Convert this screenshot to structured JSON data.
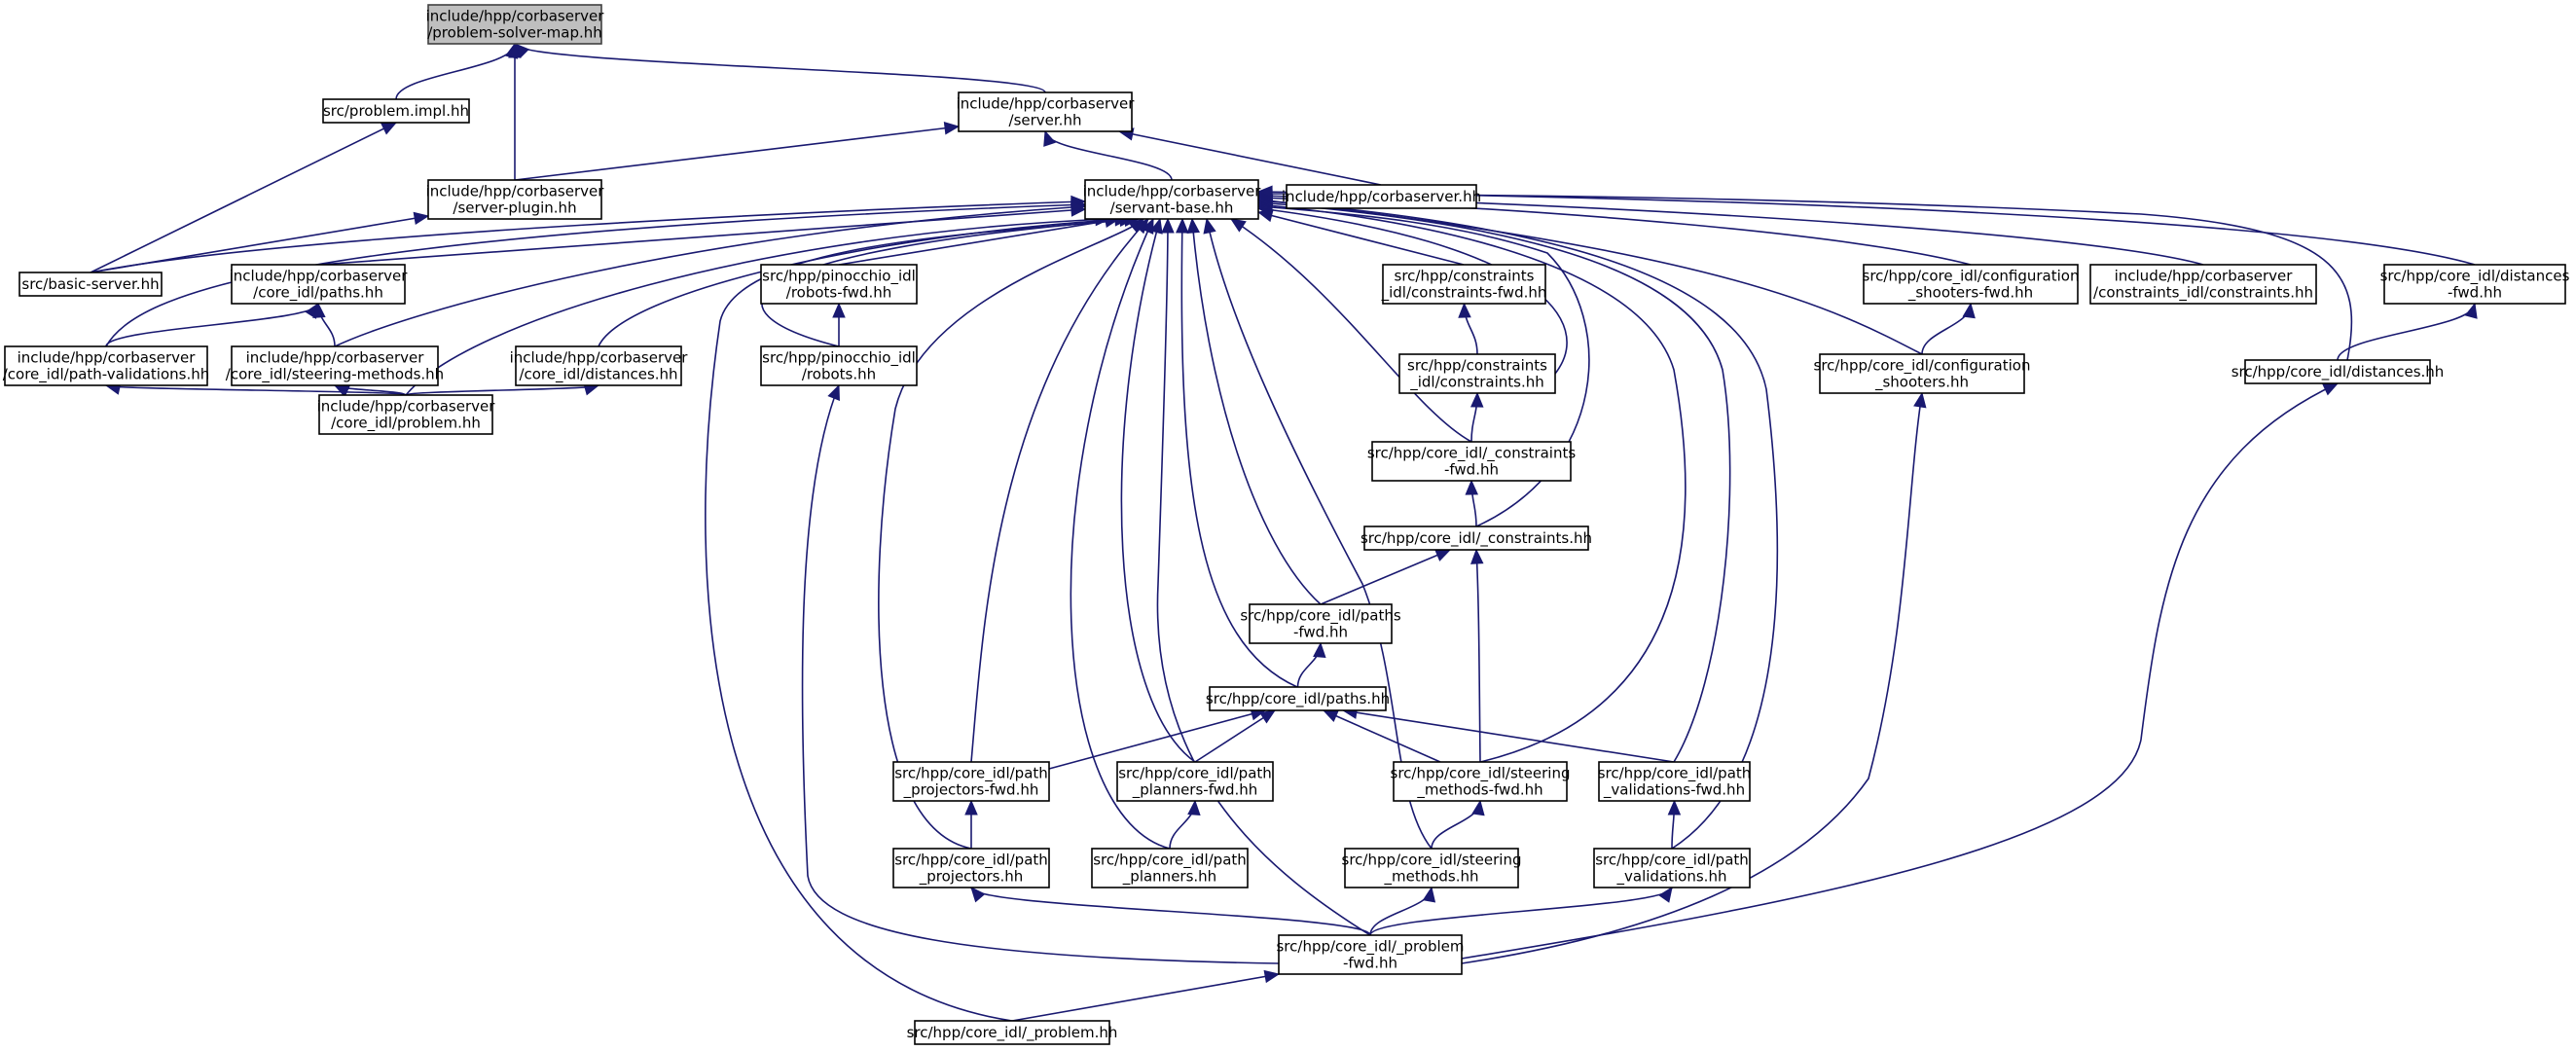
{
  "diagram": {
    "type": "include-dependency-graph",
    "colors": {
      "edge": "#191970",
      "root_fill": "#bfbfbf",
      "node_fill": "#ffffff",
      "node_border": "#000000"
    },
    "nodes": [
      {
        "id": "n0",
        "lines": [
          "include/hpp/corbaserver",
          "/problem-solver-map.hh"
        ],
        "highlighted": true
      },
      {
        "id": "n1",
        "lines": [
          "src/problem.impl.hh"
        ]
      },
      {
        "id": "n2",
        "lines": [
          "include/hpp/corbaserver",
          "/server.hh"
        ]
      },
      {
        "id": "n3",
        "lines": [
          "include/hpp/corbaserver",
          "/server-plugin.hh"
        ]
      },
      {
        "id": "n4",
        "lines": [
          "include/hpp/corbaserver",
          "/servant-base.hh"
        ]
      },
      {
        "id": "n5",
        "lines": [
          "include/hpp/corbaserver.hh"
        ]
      },
      {
        "id": "n6",
        "lines": [
          "src/basic-server.hh"
        ]
      },
      {
        "id": "n7",
        "lines": [
          "include/hpp/corbaserver",
          "/core_idl/paths.hh"
        ]
      },
      {
        "id": "n8",
        "lines": [
          "src/hpp/pinocchio_idl",
          "/robots-fwd.hh"
        ]
      },
      {
        "id": "n9",
        "lines": [
          "src/hpp/constraints",
          "_idl/constraints-fwd.hh"
        ]
      },
      {
        "id": "n10",
        "lines": [
          "src/hpp/core_idl/configuration",
          "_shooters-fwd.hh"
        ]
      },
      {
        "id": "n11",
        "lines": [
          "include/hpp/corbaserver",
          "/constraints_idl/constraints.hh"
        ]
      },
      {
        "id": "n12",
        "lines": [
          "src/hpp/core_idl/distances",
          "-fwd.hh"
        ]
      },
      {
        "id": "n13",
        "lines": [
          "include/hpp/corbaserver",
          "/core_idl/path-validations.hh"
        ]
      },
      {
        "id": "n14",
        "lines": [
          "include/hpp/corbaserver",
          "/core_idl/steering-methods.hh"
        ]
      },
      {
        "id": "n15",
        "lines": [
          "include/hpp/corbaserver",
          "/core_idl/distances.hh"
        ]
      },
      {
        "id": "n16",
        "lines": [
          "src/hpp/pinocchio_idl",
          "/robots.hh"
        ]
      },
      {
        "id": "n17",
        "lines": [
          "src/hpp/constraints",
          "_idl/constraints.hh"
        ]
      },
      {
        "id": "n18",
        "lines": [
          "src/hpp/core_idl/configuration",
          "_shooters.hh"
        ]
      },
      {
        "id": "n19",
        "lines": [
          "src/hpp/core_idl/distances.hh"
        ]
      },
      {
        "id": "n20",
        "lines": [
          "include/hpp/corbaserver",
          "/core_idl/problem.hh"
        ]
      },
      {
        "id": "n21",
        "lines": [
          "src/hpp/core_idl/_constraints",
          "-fwd.hh"
        ]
      },
      {
        "id": "n22",
        "lines": [
          "src/hpp/core_idl/_constraints.hh"
        ]
      },
      {
        "id": "n23",
        "lines": [
          "src/hpp/core_idl/paths",
          "-fwd.hh"
        ]
      },
      {
        "id": "n24",
        "lines": [
          "src/hpp/core_idl/paths.hh"
        ]
      },
      {
        "id": "n25",
        "lines": [
          "src/hpp/core_idl/path",
          "_projectors-fwd.hh"
        ]
      },
      {
        "id": "n26",
        "lines": [
          "src/hpp/core_idl/path",
          "_planners-fwd.hh"
        ]
      },
      {
        "id": "n27",
        "lines": [
          "src/hpp/core_idl/steering",
          "_methods-fwd.hh"
        ]
      },
      {
        "id": "n28",
        "lines": [
          "src/hpp/core_idl/path",
          "_validations-fwd.hh"
        ]
      },
      {
        "id": "n29",
        "lines": [
          "src/hpp/core_idl/path",
          "_projectors.hh"
        ]
      },
      {
        "id": "n30",
        "lines": [
          "src/hpp/core_idl/path",
          "_planners.hh"
        ]
      },
      {
        "id": "n31",
        "lines": [
          "src/hpp/core_idl/steering",
          "_methods.hh"
        ]
      },
      {
        "id": "n32",
        "lines": [
          "src/hpp/core_idl/path",
          "_validations.hh"
        ]
      },
      {
        "id": "n33",
        "lines": [
          "src/hpp/core_idl/_problem",
          "-fwd.hh"
        ]
      },
      {
        "id": "n34",
        "lines": [
          "src/hpp/core_idl/_problem.hh"
        ]
      }
    ],
    "edges": [
      {
        "from": "n1",
        "to": "n0"
      },
      {
        "from": "n3",
        "to": "n0"
      },
      {
        "from": "n2",
        "to": "n0"
      },
      {
        "from": "n6",
        "to": "n1"
      },
      {
        "from": "n3",
        "to": "n2"
      },
      {
        "from": "n4",
        "to": "n2"
      },
      {
        "from": "n5",
        "to": "n2"
      },
      {
        "from": "n6",
        "to": "n3"
      },
      {
        "from": "n6",
        "to": "n4"
      },
      {
        "from": "n7",
        "to": "n4"
      },
      {
        "from": "n13",
        "to": "n4"
      },
      {
        "from": "n14",
        "to": "n4"
      },
      {
        "from": "n20",
        "to": "n4"
      },
      {
        "from": "n15",
        "to": "n4"
      },
      {
        "from": "n8",
        "to": "n4"
      },
      {
        "from": "n16",
        "to": "n4"
      },
      {
        "from": "n34",
        "to": "n4"
      },
      {
        "from": "n29",
        "to": "n4"
      },
      {
        "from": "n25",
        "to": "n4"
      },
      {
        "from": "n30",
        "to": "n4"
      },
      {
        "from": "n26",
        "to": "n4"
      },
      {
        "from": "n33",
        "to": "n4"
      },
      {
        "from": "n24",
        "to": "n4"
      },
      {
        "from": "n23",
        "to": "n4"
      },
      {
        "from": "n31",
        "to": "n4"
      },
      {
        "from": "n9",
        "to": "n4"
      },
      {
        "from": "n21",
        "to": "n4"
      },
      {
        "from": "n17",
        "to": "n4"
      },
      {
        "from": "n22",
        "to": "n4"
      },
      {
        "from": "n27",
        "to": "n4"
      },
      {
        "from": "n28",
        "to": "n4"
      },
      {
        "from": "n32",
        "to": "n4"
      },
      {
        "from": "n18",
        "to": "n4"
      },
      {
        "from": "n10",
        "to": "n4"
      },
      {
        "from": "n11",
        "to": "n4"
      },
      {
        "from": "n19",
        "to": "n4"
      },
      {
        "from": "n12",
        "to": "n4"
      },
      {
        "from": "n13",
        "to": "n7"
      },
      {
        "from": "n14",
        "to": "n7"
      },
      {
        "from": "n20",
        "to": "n13"
      },
      {
        "from": "n20",
        "to": "n14"
      },
      {
        "from": "n20",
        "to": "n15"
      },
      {
        "from": "n16",
        "to": "n8"
      },
      {
        "from": "n33",
        "to": "n16"
      },
      {
        "from": "n17",
        "to": "n9"
      },
      {
        "from": "n21",
        "to": "n17"
      },
      {
        "from": "n22",
        "to": "n21"
      },
      {
        "from": "n23",
        "to": "n22"
      },
      {
        "from": "n27",
        "to": "n22"
      },
      {
        "from": "n24",
        "to": "n23"
      },
      {
        "from": "n25",
        "to": "n24"
      },
      {
        "from": "n26",
        "to": "n24"
      },
      {
        "from": "n27",
        "to": "n24"
      },
      {
        "from": "n28",
        "to": "n24"
      },
      {
        "from": "n29",
        "to": "n25"
      },
      {
        "from": "n30",
        "to": "n26"
      },
      {
        "from": "n31",
        "to": "n27"
      },
      {
        "from": "n32",
        "to": "n28"
      },
      {
        "from": "n33",
        "to": "n29"
      },
      {
        "from": "n33",
        "to": "n31"
      },
      {
        "from": "n33",
        "to": "n32"
      },
      {
        "from": "n34",
        "to": "n33"
      },
      {
        "from": "n18",
        "to": "n10"
      },
      {
        "from": "n33",
        "to": "n18"
      },
      {
        "from": "n19",
        "to": "n12"
      },
      {
        "from": "n33",
        "to": "n19"
      }
    ]
  }
}
